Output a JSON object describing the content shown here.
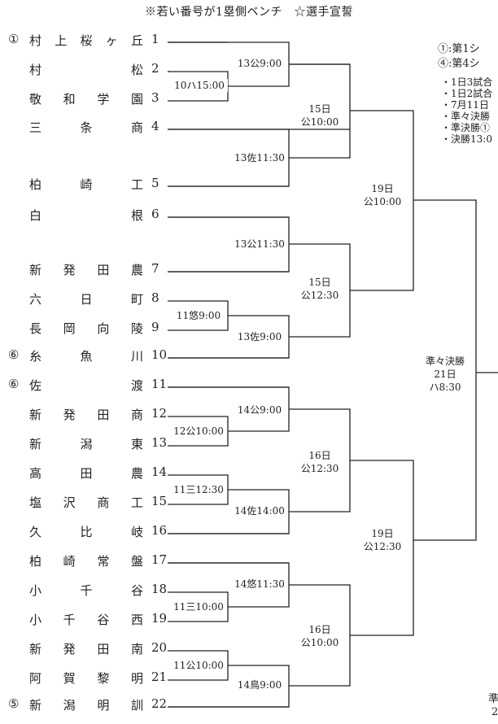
{
  "header": "※若い番号が1塁側ベンチ　☆選手宣誓",
  "teams": [
    {
      "seed": "①",
      "name": "村上桜ヶ丘",
      "num": "1"
    },
    {
      "seed": "",
      "name": "村松",
      "num": "2"
    },
    {
      "seed": "",
      "name": "敬和学園",
      "num": "3"
    },
    {
      "seed": "",
      "name": "三条商",
      "num": "4"
    },
    {
      "seed": "",
      "name": "柏崎工",
      "num": "5"
    },
    {
      "seed": "",
      "name": "白根",
      "num": "6"
    },
    {
      "seed": "",
      "name": "新発田農",
      "num": "7"
    },
    {
      "seed": "",
      "name": "六日町",
      "num": "8"
    },
    {
      "seed": "",
      "name": "長岡向陵",
      "num": "9"
    },
    {
      "seed": "⑥",
      "name": "糸魚川",
      "num": "10"
    },
    {
      "seed": "⑥",
      "name": "佐渡",
      "num": "11"
    },
    {
      "seed": "",
      "name": "新発田商",
      "num": "12"
    },
    {
      "seed": "",
      "name": "新潟東",
      "num": "13"
    },
    {
      "seed": "",
      "name": "高田農",
      "num": "14"
    },
    {
      "seed": "",
      "name": "塩沢商工",
      "num": "15"
    },
    {
      "seed": "",
      "name": "久比岐",
      "num": "16"
    },
    {
      "seed": "",
      "name": "柏崎常盤",
      "num": "17"
    },
    {
      "seed": "",
      "name": "小千谷",
      "num": "18"
    },
    {
      "seed": "",
      "name": "小千谷西",
      "num": "19"
    },
    {
      "seed": "",
      "name": "新発田南",
      "num": "20"
    },
    {
      "seed": "",
      "name": "阿賀黎明",
      "num": "21"
    },
    {
      "seed": "⑤",
      "name": "新潟明訓",
      "num": "22"
    }
  ],
  "matches": {
    "m_2_3": "10ハ15:00",
    "m_1_23": "13公9:00",
    "m_4_5": "13佐11:30",
    "m_1_5": [
      "15日",
      "公10:00"
    ],
    "m_6_7": "13公11:30",
    "m_8_9": "11悠9:00",
    "m_89_10": "13佐9:00",
    "m_6_10": [
      "15日",
      "公12:30"
    ],
    "m_1_10": [
      "19日",
      "公10:00"
    ],
    "m_12_13": "12公10:00",
    "m_11_1213": "14公9:00",
    "m_14_15": "11三12:30",
    "m_1415_16": "14佐14:00",
    "m_11_16": [
      "16日",
      "公12:30"
    ],
    "m_18_19": "11三10:00",
    "m_17_1819": "14悠11:30",
    "m_20_21": "11公10:00",
    "m_2021_22": "14鳥9:00",
    "m_17_22": [
      "16日",
      "公10:00"
    ],
    "m_11_22": [
      "19日",
      "公12:30"
    ],
    "qf": [
      "準々決勝",
      "21日",
      "ハ8:30"
    ]
  },
  "notes_top": [
    "①:第1シ",
    "④:第4シ"
  ],
  "notes_list": [
    "・1日3試合",
    "・1日2試合",
    "・7月11日",
    "・準々決勝",
    "・準決勝①",
    "・決勝13:0"
  ],
  "cut_bottom": [
    "準",
    "2"
  ]
}
